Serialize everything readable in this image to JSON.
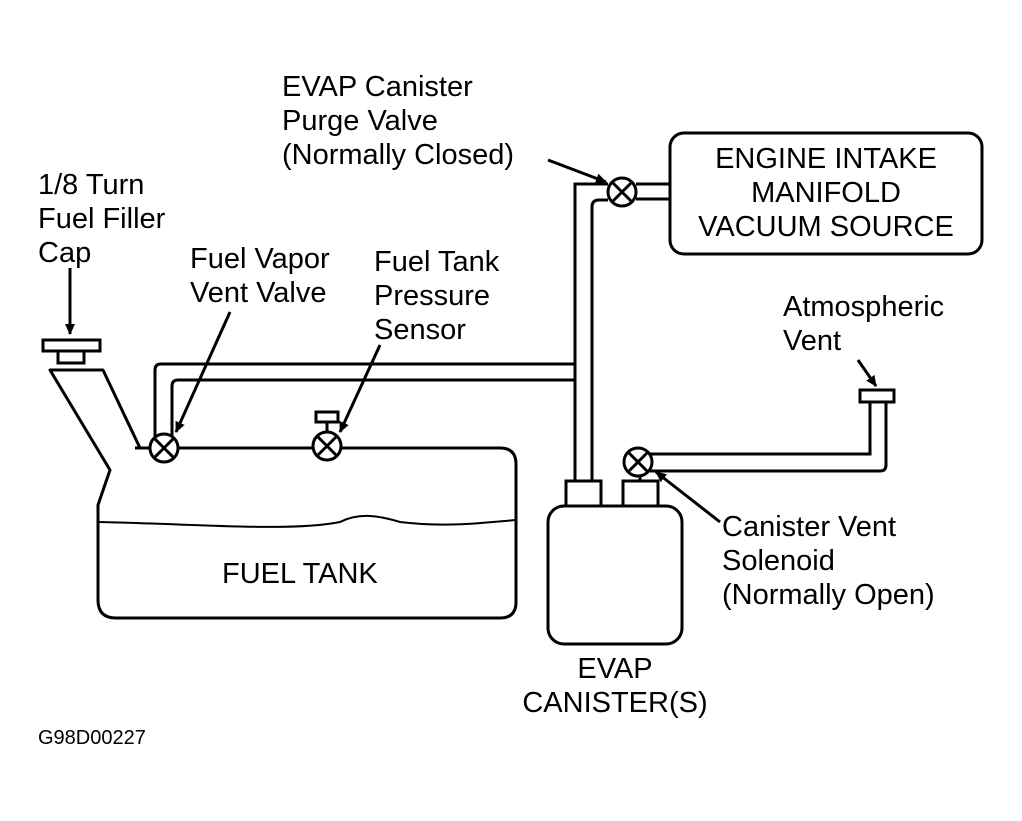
{
  "labels": {
    "purge_valve": [
      "EVAP Canister",
      "Purge Valve",
      "(Normally Closed)"
    ],
    "engine_intake": [
      "ENGINE INTAKE",
      "MANIFOLD",
      "VACUUM SOURCE"
    ],
    "filler_cap": [
      "1/8 Turn",
      "Fuel Filler",
      "Cap"
    ],
    "vapor_vent_valve": [
      "Fuel Vapor",
      "Vent Valve"
    ],
    "pressure_sensor": [
      "Fuel Tank",
      "Pressure",
      "Sensor"
    ],
    "atmospheric_vent": [
      "Atmospheric",
      "Vent"
    ],
    "fuel_tank": "FUEL TANK",
    "vent_solenoid": [
      "Canister Vent",
      "Solenoid",
      "(Normally Open)"
    ],
    "evap_canister": [
      "EVAP",
      "CANISTER(S)"
    ],
    "figure_code": "G98D00227"
  }
}
